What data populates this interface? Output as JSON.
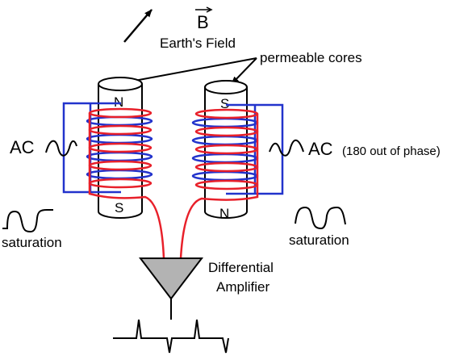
{
  "field": {
    "symbol": "B",
    "caption": "Earth's Field"
  },
  "cores": {
    "callout": "permeable cores",
    "left": {
      "top_pole": "N",
      "bottom_pole": "S"
    },
    "right": {
      "top_pole": "S",
      "bottom_pole": "N"
    }
  },
  "drive": {
    "left_label": "AC",
    "right_label": "AC",
    "right_note": "(180 out of phase)"
  },
  "saturation": {
    "left": "saturation",
    "right": "saturation"
  },
  "amplifier": {
    "line1": "Differential",
    "line2": "Amplifier"
  },
  "colors": {
    "red_winding": "#e8202a",
    "blue_winding": "#2233cc",
    "core_fill": "#ffffff",
    "amplifier_fill": "#b3b3b3",
    "ink": "#000000"
  }
}
